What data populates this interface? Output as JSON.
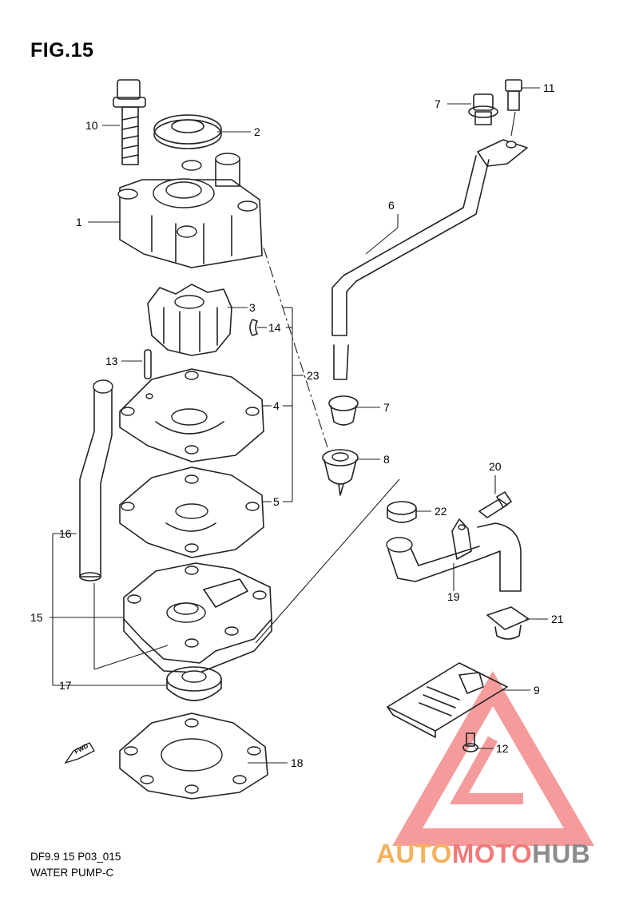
{
  "figure": {
    "title": "FIG.15",
    "code": "DF9.9 15 P03_015",
    "name": "WATER PUMP-C"
  },
  "callouts": {
    "n1": "1",
    "n2": "2",
    "n3": "3",
    "n4": "4",
    "n5": "5",
    "n6": "6",
    "n7a": "7",
    "n7b": "7",
    "n8": "8",
    "n9": "9",
    "n10": "10",
    "n11": "11",
    "n12": "12",
    "n13": "13",
    "n14": "14",
    "n15": "15",
    "n16": "16",
    "n17": "17",
    "n18": "18",
    "n19": "19",
    "n20": "20",
    "n21": "21",
    "n22": "22",
    "n23": "23"
  },
  "fwd_badge": "FWD",
  "watermark": {
    "part1": "AUTO",
    "part2": "MOTO",
    "part3": "HUB",
    "colors": {
      "auto": "#f6b15d",
      "moto": "#f07a78",
      "hub": "#8c8c8c",
      "triangle": "#ee4b4b"
    }
  }
}
